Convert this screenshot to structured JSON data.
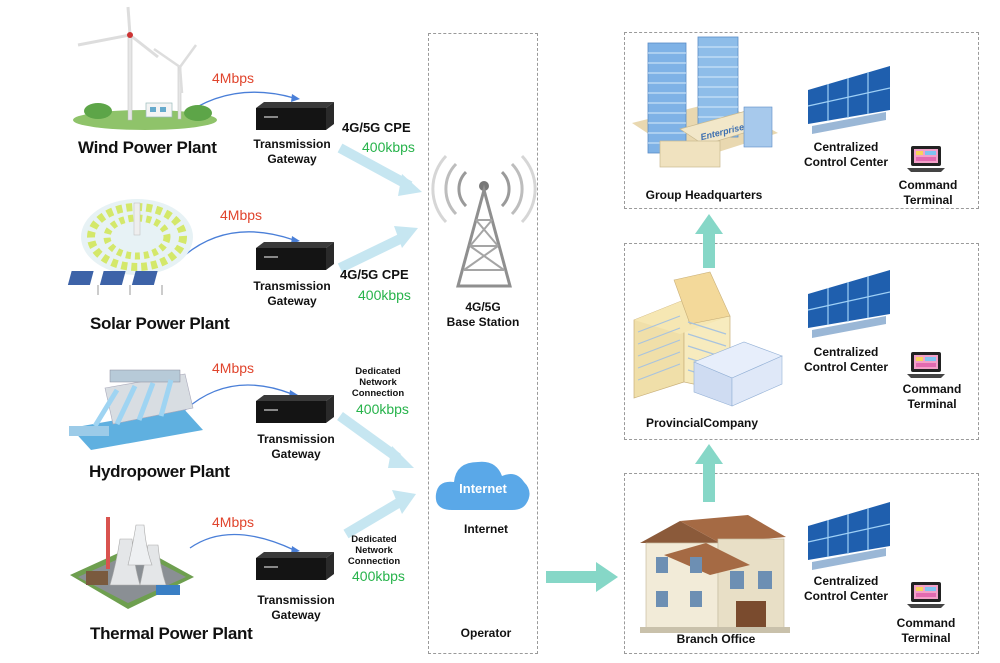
{
  "colors": {
    "accent_red": "#e0442c",
    "accent_green": "#27b34b",
    "arrow_blue": "#bfe3ef",
    "arrow_teal": "#7fd6c4",
    "dash_border": "#9a9a9a"
  },
  "plants": [
    {
      "name": "Wind Power Plant",
      "rate": "4Mbps",
      "icon": "wind-turbine-icon"
    },
    {
      "name": "Solar Power Plant",
      "rate": "4Mbps",
      "icon": "solar-plant-icon"
    },
    {
      "name": "Hydropower Plant",
      "rate": "4Mbps",
      "icon": "hydro-dam-icon"
    },
    {
      "name": "Thermal Power Plant",
      "rate": "4Mbps",
      "icon": "thermal-plant-icon"
    }
  ],
  "gateways": [
    {
      "line1": "Transmission",
      "line2": "Gateway"
    },
    {
      "line1": "Transmission",
      "line2": "Gateway"
    },
    {
      "line1": "Transmission",
      "line2": "Gateway"
    },
    {
      "line1": "Transmission",
      "line2": "Gateway"
    }
  ],
  "links": [
    {
      "type": "4G/5G CPE",
      "rate": "400kbps"
    },
    {
      "type": "4G/5G CPE",
      "rate": "400kbps"
    },
    {
      "type_line1": "Dedicated",
      "type_line2": "Network",
      "type_line3": "Connection",
      "rate": "400kbps"
    },
    {
      "type_line1": "Dedicated",
      "type_line2": "Network",
      "type_line3": "Connection",
      "rate": "400kbps"
    }
  ],
  "operator": {
    "base_station_line1": "4G/5G",
    "base_station_line2": "Base Station",
    "internet_cloud_text": "Internet",
    "internet_label": "Internet",
    "label": "Operator"
  },
  "sites": [
    {
      "name": "Group Headquarters",
      "control_line1": "Centralized",
      "control_line2": "Control Center",
      "terminal_line1": "Command",
      "terminal_line2": "Terminal",
      "sign": "Enterprise"
    },
    {
      "name": "ProvincialCompany",
      "control_line1": "Centralized",
      "control_line2": "Control Center",
      "terminal_line1": "Command",
      "terminal_line2": "Terminal"
    },
    {
      "name": "Branch Office",
      "control_line1": "Centralized",
      "control_line2": "Control Center",
      "terminal_line1": "Command",
      "terminal_line2": "Terminal"
    }
  ]
}
